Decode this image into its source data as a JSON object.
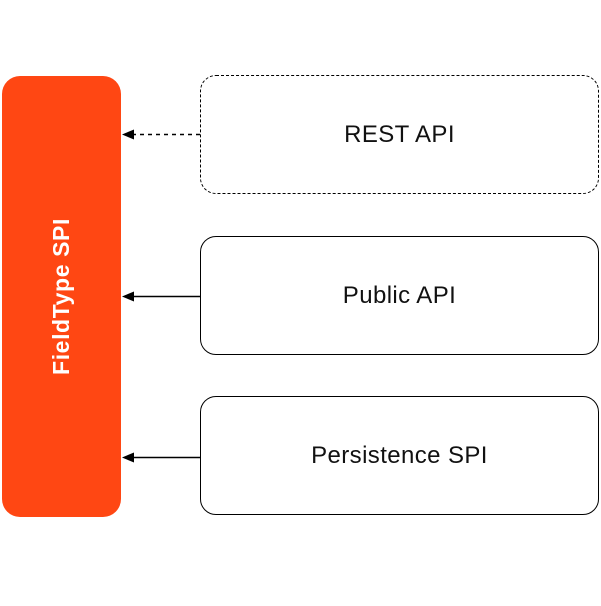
{
  "diagram": {
    "spine": {
      "label": "FieldType SPI"
    },
    "nodes": [
      {
        "id": "rest",
        "label": "REST API",
        "border": "dashed",
        "arrow": "dashed"
      },
      {
        "id": "public",
        "label": "Public API",
        "border": "solid",
        "arrow": "solid"
      },
      {
        "id": "persistence",
        "label": "Persistence SPI",
        "border": "solid",
        "arrow": "solid"
      }
    ],
    "colors": {
      "accent": "#FF4713",
      "text_on_accent": "#FFFFFF",
      "node_text": "#111111",
      "line": "#000000",
      "background": "#FFFFFF"
    }
  }
}
